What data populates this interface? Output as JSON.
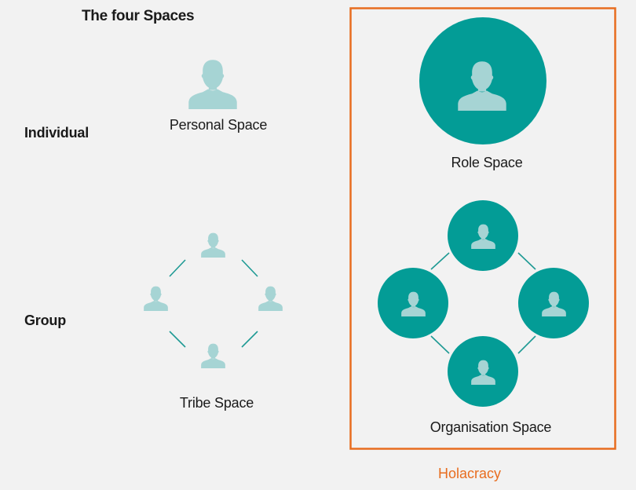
{
  "title": "The four Spaces",
  "rows": {
    "individual": "Individual",
    "group": "Group"
  },
  "spaces": {
    "personal": "Personal Space",
    "tribe": "Tribe Space",
    "role": "Role Space",
    "organisation": "Organisation Space"
  },
  "highlight": {
    "label": "Holacracy"
  },
  "colors": {
    "background": "#f2f2f2",
    "person_light": "#a6d4d4",
    "circle_teal": "#039c96",
    "connector": "#1e9a94",
    "highlight_border": "#e86d1f",
    "highlight_text": "#e86d1f"
  }
}
